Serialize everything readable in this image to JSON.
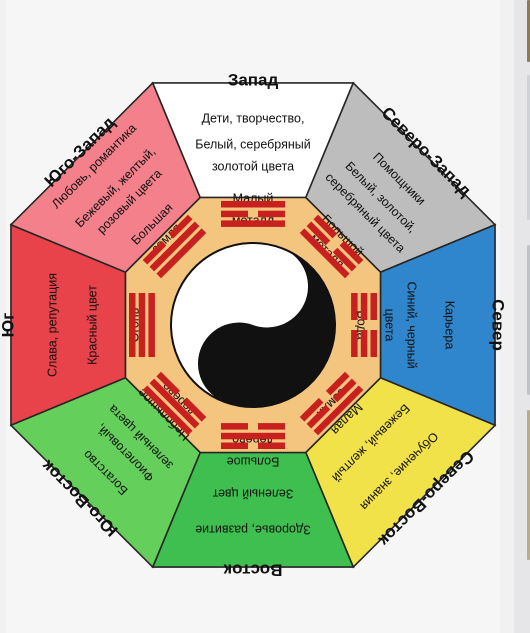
{
  "bagua": {
    "sectors": [
      {
        "id": "south",
        "direction": "Юг",
        "lines": [
          "Слава, репутация",
          "Красный цвет",
          "Огонь"
        ]
      },
      {
        "id": "southwest",
        "direction": "Юго-Запад",
        "lines": [
          "Любовь, романтика",
          "Бежевый, желтый,",
          "розовый цвета",
          "Большая",
          "земля"
        ]
      },
      {
        "id": "west",
        "direction": "Запад",
        "lines": [
          "Дети, творчество,",
          "Белый, серебряный",
          "золотой цвета",
          "Малый",
          "металл"
        ]
      },
      {
        "id": "northwest",
        "direction": "Северо-Запад",
        "lines": [
          "Помощники",
          "Белый, золотой,",
          "серебряный цвета",
          "Большой",
          "металл"
        ]
      },
      {
        "id": "north",
        "direction": "Север",
        "lines": [
          "Карьера",
          "Синий, черный",
          "цвета",
          "Вода"
        ]
      },
      {
        "id": "northeast",
        "direction": "Северо-Восток",
        "lines": [
          "Обучение, знания",
          "Бежевый, желтый",
          "Малая",
          "земля"
        ]
      },
      {
        "id": "east",
        "direction": "Восток",
        "lines": [
          "Здоровье, развитие",
          "Зеленый цвет",
          "Большое",
          "дерево"
        ]
      },
      {
        "id": "southeast",
        "direction": "Юго-Восток",
        "lines": [
          "Богатство",
          "Фиолетовый,",
          "зеленый цвета",
          "Небольшое",
          "дерево"
        ]
      }
    ],
    "colors": {
      "south": "#e8424a",
      "southwest": "#f3808a",
      "west": "#ffffff",
      "northwest": "#bdbdbd",
      "north": "#2f86cc",
      "northeast": "#f2e24a",
      "east": "#3fbf4f",
      "southeast": "#64cf5a",
      "inner_ring": "#f4c57e",
      "trigram": "#c81f1f",
      "border": "#262626"
    },
    "center": "yin-yang-icon"
  }
}
